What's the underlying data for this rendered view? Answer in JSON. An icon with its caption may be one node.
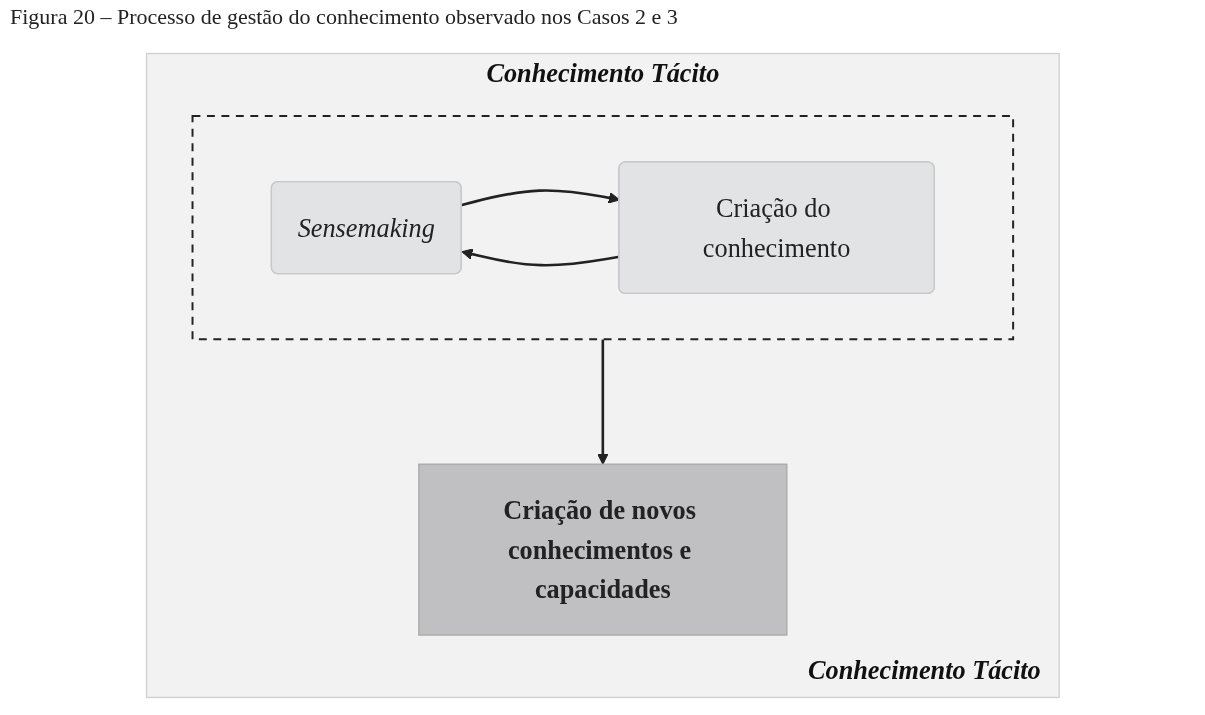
{
  "diagram": {
    "title": "Figura 20 – Processo de gestão do conhecimento observado nos Casos 2 e 3",
    "nodes": [
      {
        "text": [
          "Conhecimento Tácito",
          "Conhecimento Tácito"
        ]
      },
      {
        "text": [],
        "shape": "box",
        "in": 0
      },
      {
        "text": [
          "Sensemaking"
        ],
        "in": 1
      },
      {
        "text": [
          "Criação do conhecimento"
        ],
        "in": 1
      },
      {
        "text": [
          "Criação de novos conhecimentos e capacidades"
        ],
        "in": 0
      }
    ],
    "edges": [
      {
        "from": 2,
        "to": 3,
        "arrow": "to"
      },
      {
        "from": 3,
        "to": 2,
        "arrow": "to"
      },
      {
        "from": 1,
        "to": 4,
        "arrow": "to"
      }
    ]
  }
}
